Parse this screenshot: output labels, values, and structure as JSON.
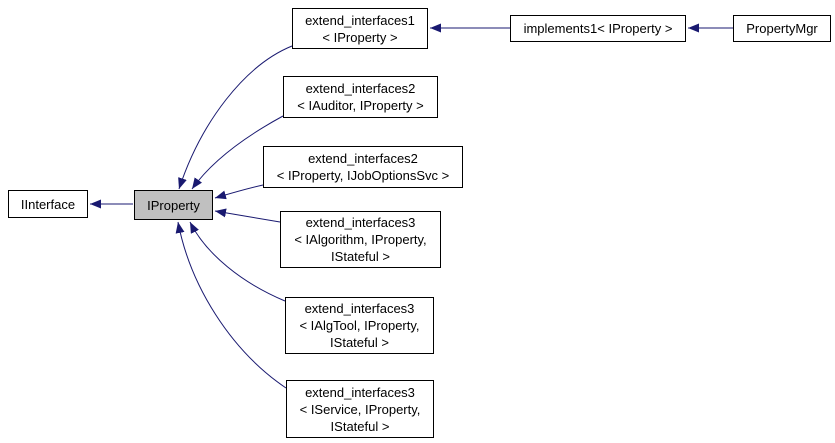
{
  "diagram": {
    "type": "class-inheritance-graph",
    "background": "#ffffff",
    "arrow_color": "#191970",
    "box_border_color": "#000000",
    "highlight_fill": "#c0c0c0",
    "nodes": {
      "iinterface": {
        "lines": [
          "IInterface"
        ]
      },
      "iproperty": {
        "lines": [
          "IProperty"
        ],
        "highlighted": true
      },
      "extend_interfaces1": {
        "lines": [
          "extend_interfaces1",
          "< IProperty >"
        ]
      },
      "implements1": {
        "lines": [
          "implements1< IProperty >"
        ]
      },
      "propertymgr": {
        "lines": [
          "PropertyMgr"
        ]
      },
      "extend_interfaces2_iauditor": {
        "lines": [
          "extend_interfaces2",
          "< IAuditor, IProperty >"
        ]
      },
      "extend_interfaces2_ijoboptionssvc": {
        "lines": [
          "extend_interfaces2",
          "< IProperty, IJobOptionsSvc >"
        ]
      },
      "extend_interfaces3_ialgorithm": {
        "lines": [
          "extend_interfaces3",
          "< IAlgorithm, IProperty,",
          "IStateful >"
        ]
      },
      "extend_interfaces3_ialgtool": {
        "lines": [
          "extend_interfaces3",
          "< IAlgTool, IProperty,",
          "IStateful >"
        ]
      },
      "extend_interfaces3_iservice": {
        "lines": [
          "extend_interfaces3",
          "< IService, IProperty,",
          "IStateful >"
        ]
      }
    },
    "edges": [
      "IProperty -> IInterface",
      "extend_interfaces1< IProperty > -> IProperty",
      "extend_interfaces2< IAuditor, IProperty > -> IProperty",
      "extend_interfaces2< IProperty, IJobOptionsSvc > -> IProperty",
      "extend_interfaces3< IAlgorithm, IProperty, IStateful > -> IProperty",
      "extend_interfaces3< IAlgTool, IProperty, IStateful > -> IProperty",
      "extend_interfaces3< IService, IProperty, IStateful > -> IProperty",
      "implements1< IProperty > -> extend_interfaces1< IProperty >",
      "PropertyMgr -> implements1< IProperty >"
    ]
  }
}
